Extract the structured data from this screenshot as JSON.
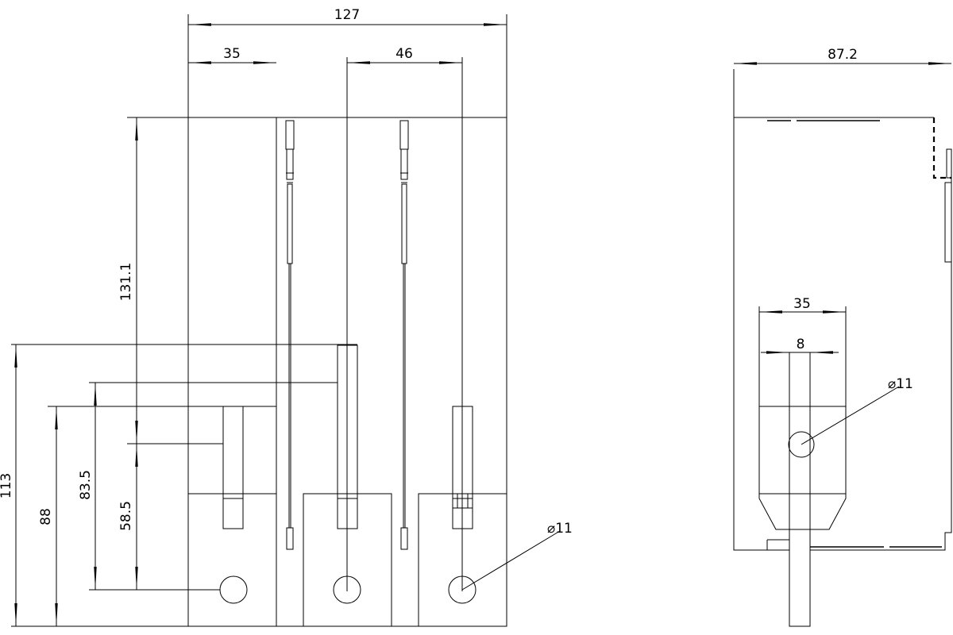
{
  "front_view": {
    "dim_overall_width": "127",
    "dim_terminal_width": "35",
    "dim_pole_pitch": "46",
    "dim_height_top": "131.1",
    "dim_total_height": "113",
    "dim_height_88": "88",
    "dim_height_83_5": "83.5",
    "dim_height_58_5": "58.5",
    "dim_hole_diameter": "⌀11"
  },
  "side_view": {
    "dim_depth": "87.2",
    "dim_terminal_width": "35",
    "dim_bar_thickness": "8",
    "dim_hole_diameter": "⌀11"
  }
}
